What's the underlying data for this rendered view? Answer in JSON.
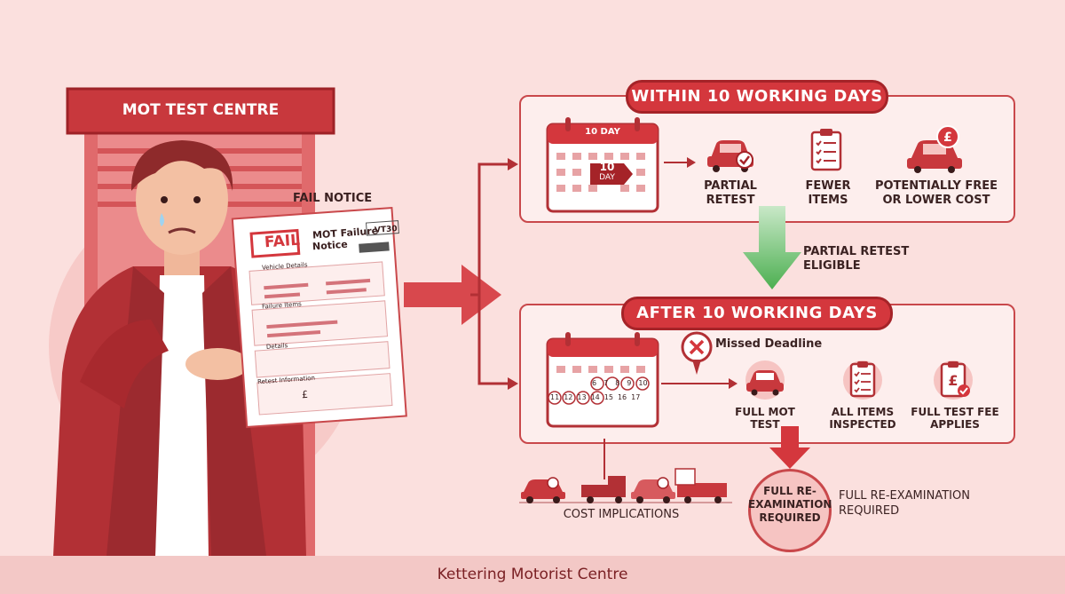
{
  "centre": {
    "sign": "MOT TEST CENTRE"
  },
  "notice": {
    "label": "FAIL NOTICE",
    "stamp": "FAIL",
    "title_line1": "MOT Failure",
    "title_line2": "Notice",
    "code": "VT30",
    "sections": [
      "Vehicle Details",
      "Failure Items",
      "Details",
      "Retest Information"
    ],
    "currency": "£"
  },
  "within": {
    "banner": "WITHIN 10 WORKING DAYS",
    "calendar_header": "10 DAY",
    "calendar_badge_num": "10",
    "calendar_badge_word": "DAY",
    "items": [
      {
        "icon": "car-check-icon",
        "label1": "PARTIAL",
        "label2": "RETEST"
      },
      {
        "icon": "checklist-icon",
        "label1": "FEWER",
        "label2": "ITEMS"
      },
      {
        "icon": "car-pound-icon",
        "label1": "POTENTIALLY FREE",
        "label2": "OR LOWER COST"
      }
    ]
  },
  "transition": {
    "line1": "PARTIAL RETEST",
    "line2": "ELIGIBLE"
  },
  "after": {
    "banner": "AFTER 10 WORKING DAYS",
    "missed": "Missed Deadline",
    "calendar_numbers_row1": [
      "6",
      "7",
      "8",
      "9",
      "10"
    ],
    "calendar_numbers_row2": [
      "11",
      "12",
      "13",
      "14",
      "15",
      "16",
      "17"
    ],
    "items": [
      {
        "icon": "car-icon",
        "label1": "FULL MOT",
        "label2": "TEST"
      },
      {
        "icon": "clipboard-checklist-icon",
        "label1": "ALL ITEMS",
        "label2": "INSPECTED"
      },
      {
        "icon": "pound-clipboard-icon",
        "label1": "FULL TEST FEE",
        "label2": "APPLIES"
      }
    ]
  },
  "cost": {
    "label": "COST IMPLICATIONS"
  },
  "reexam": {
    "circle_line1": "FULL RE-",
    "circle_line2": "EXAMINATION",
    "circle_line3": "REQUIRED",
    "side_line1": "FULL RE-EXAMINATION",
    "side_line2": "REQUIRED"
  },
  "footer": {
    "text": "Kettering Motorist Centre"
  },
  "colors": {
    "accent": "#d4373d",
    "dark": "#a52328",
    "panel": "#fdeeed",
    "bg": "#fbe0de",
    "green": "#4caf50"
  }
}
